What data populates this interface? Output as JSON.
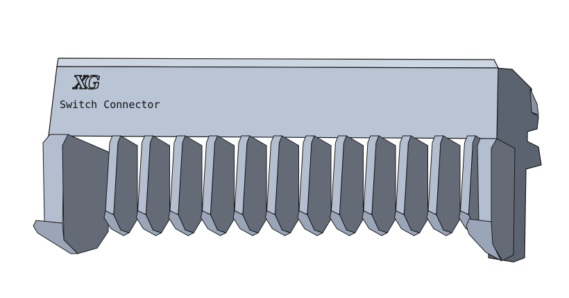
{
  "part": {
    "logo": "XG",
    "caption": "Switch Connector",
    "pin_count": 12
  },
  "colors": {
    "background": "#ffffff",
    "body_face": "#b9c4d5",
    "body_top": "#cdd6e3",
    "body_shadow": "#5c6370",
    "pin_front": "#646b77",
    "pin_side": "#b3bed0",
    "pin_bottom": "#9aa5b8",
    "edge": "#1a1a1a"
  }
}
